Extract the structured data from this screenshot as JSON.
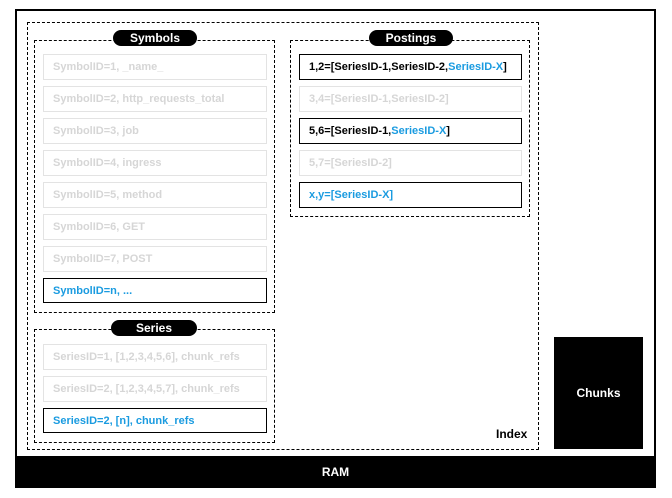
{
  "ram_label": "RAM",
  "chunks_label": "Chunks",
  "index_label": "Index",
  "symbols": {
    "title": "Symbols",
    "items": [
      "SymbolID=1, _name_",
      "SymbolID=2, http_requests_total",
      "SymbolID=3, job",
      "SymbolID=4, ingress",
      "SymbolID=5, method",
      "SymbolID=6, GET",
      "SymbolID=7, POST",
      "SymbolID=n, ..."
    ]
  },
  "series": {
    "title": "Series",
    "items": [
      "SeriesID=1, [1,2,3,4,5,6], chunk_refs",
      "SeriesID=2, [1,2,3,4,5,7], chunk_refs",
      "SeriesID=2, [n], chunk_refs"
    ]
  },
  "postings": {
    "title": "Postings",
    "items": [
      {
        "pre": "1,2=[SeriesID-1,SeriesID-2,",
        "hl": "SeriesID-X",
        "post": "]"
      },
      {
        "pre": "3,4=[SeriesID-1,SeriesID-2]",
        "hl": "",
        "post": ""
      },
      {
        "pre": "5,6=[SeriesID-1, ",
        "hl": "SeriesID-X",
        "post": "]"
      },
      {
        "pre": "5,7=[SeriesID-2]",
        "hl": "",
        "post": ""
      },
      {
        "pre": "",
        "hl": "x,y=[SeriesID-X]",
        "post": ""
      }
    ]
  },
  "colors": {
    "highlight": "#1a9be0",
    "faded_text": "#d6d6d6",
    "faded_border": "#e3e3e3"
  }
}
